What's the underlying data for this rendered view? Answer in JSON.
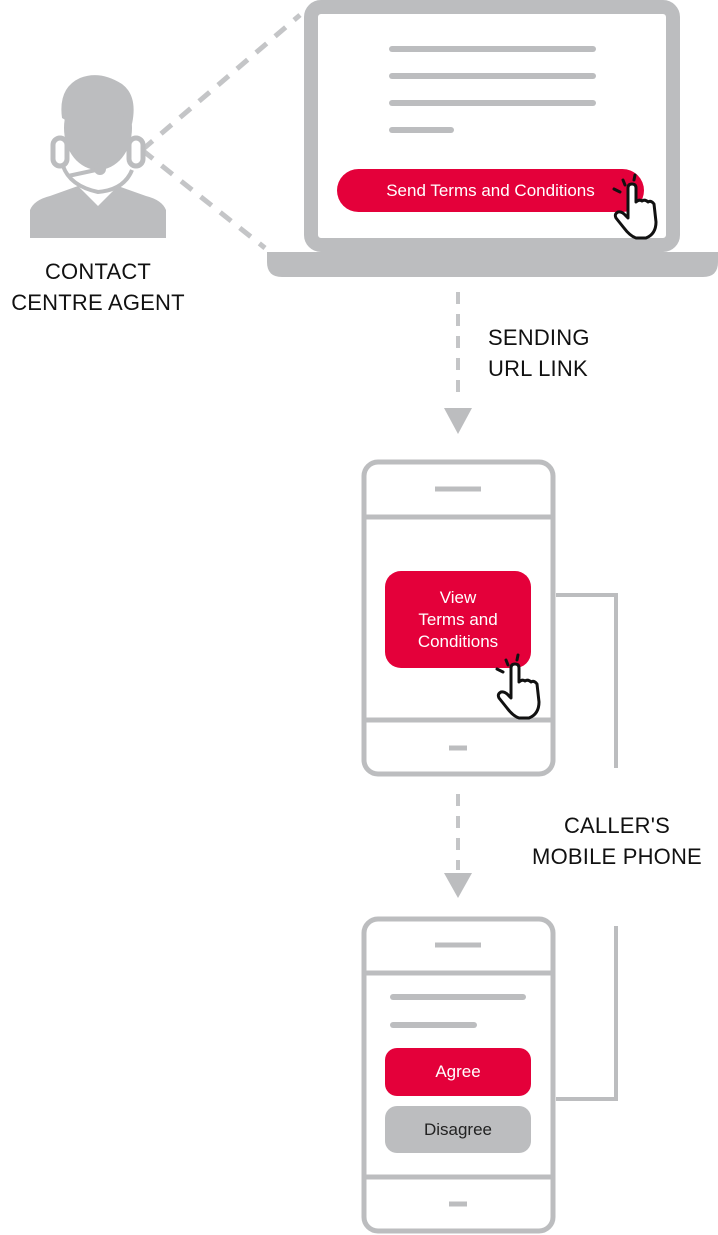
{
  "colors": {
    "accent": "#e4003a",
    "frame": "#bcbdbf",
    "text": "#111111",
    "secondary_button": "#bcbdbf"
  },
  "agent": {
    "icon": "headset-agent-icon",
    "label_line1": "CONTACT",
    "label_line2": "CENTRE AGENT"
  },
  "laptop": {
    "button_label": "Send Terms and Conditions",
    "cursor_icon": "hand-pointer-click-icon"
  },
  "step1": {
    "label_line1": "SENDING",
    "label_line2": "URL LINK"
  },
  "phone1": {
    "button_line1": "View",
    "button_line2": "Terms and",
    "button_line3": "Conditions",
    "cursor_icon": "hand-pointer-click-icon"
  },
  "caller": {
    "label_line1": "CALLER'S",
    "label_line2": "MOBILE PHONE"
  },
  "phone2": {
    "agree_label": "Agree",
    "disagree_label": "Disagree"
  }
}
